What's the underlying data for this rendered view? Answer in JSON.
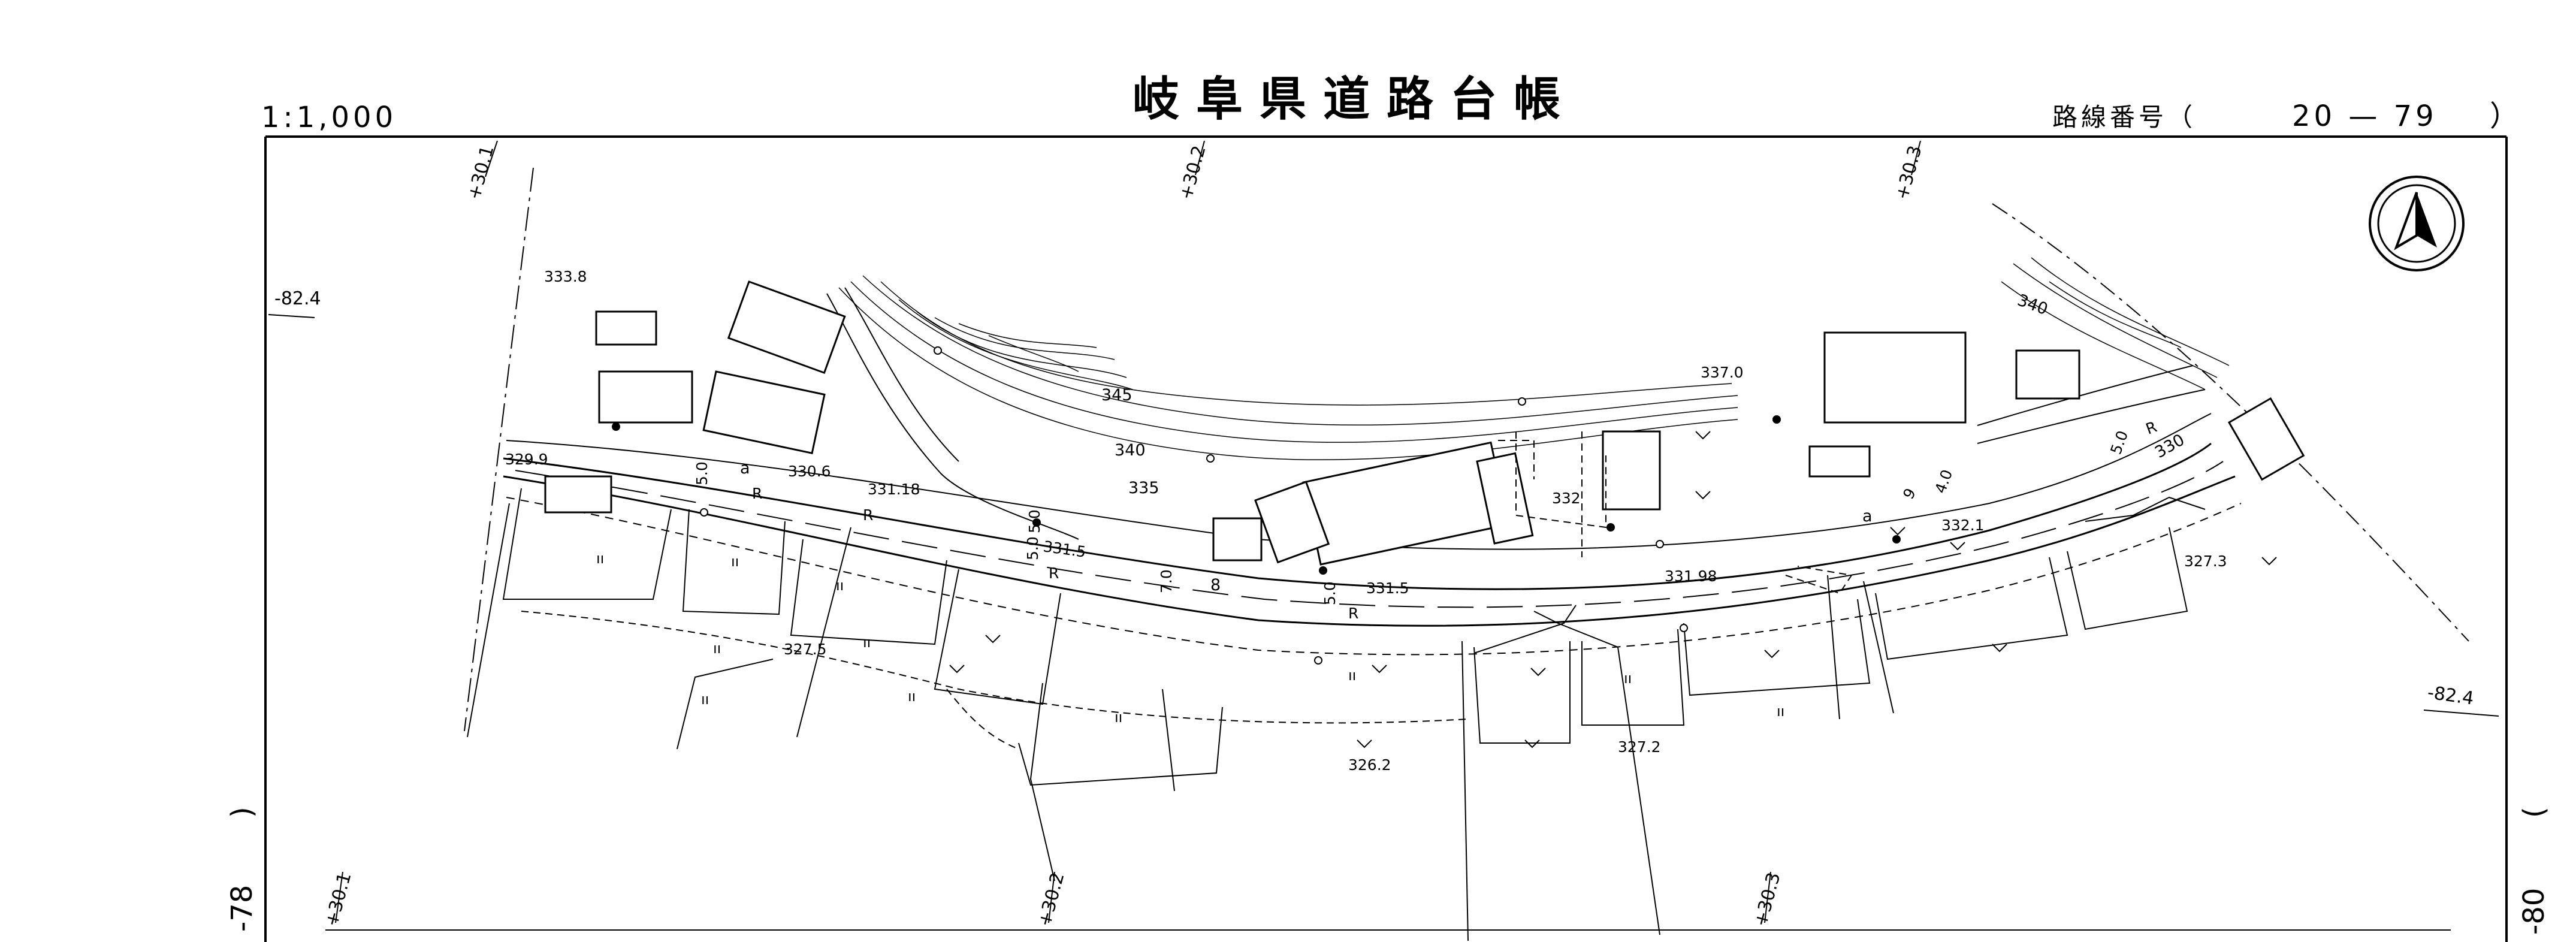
{
  "header": {
    "scale": "1:1,000",
    "title": "岐阜県道路台帳",
    "route_label": "路線番号（",
    "route_number": "20 — 79",
    "route_close": "）"
  },
  "north_arrow_icon": "north-arrow-icon",
  "stations_top": [
    "+30.1",
    "+30.2",
    "+30.3"
  ],
  "stations_bottom": [
    "+30.1",
    "+30.2",
    "+30.3"
  ],
  "offsets": {
    "left": "-82.4",
    "right": "-82.4"
  },
  "sheet_refs": {
    "left": "-78",
    "right": "-80"
  },
  "contours": [
    "345",
    "340",
    "335",
    "340",
    "330"
  ],
  "elevations": [
    "333.8",
    "329.9",
    "330.6",
    "331.18",
    "331.5",
    "331.5",
    "331.98",
    "332",
    "337.0",
    "332.1",
    "327.3",
    "327.5",
    "326.2",
    "327.2"
  ],
  "road_marks": [
    "a",
    "R",
    "R",
    "R",
    "8",
    "R",
    "a",
    "R"
  ],
  "road_widths": [
    "5.0",
    "5.0",
    "7.0",
    "5.0",
    "5.0",
    "9",
    "4.0",
    "5.0"
  ],
  "colors": {
    "ink": "#000000",
    "paper": "#ffffff"
  }
}
